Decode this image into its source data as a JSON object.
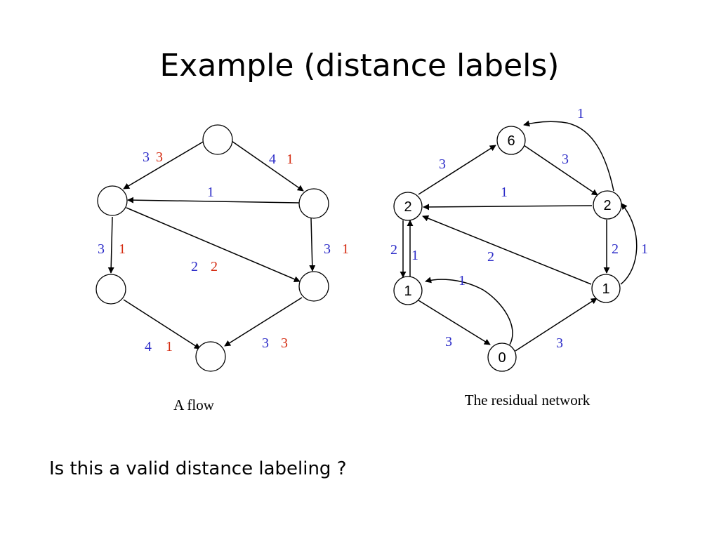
{
  "title": "Example (distance labels)",
  "question": "Is this a valid distance labeling ?",
  "colors": {
    "capacity": "#2b2bc8",
    "flow": "#d42a0f",
    "stroke": "#000000"
  },
  "flow_graph": {
    "caption": "A flow",
    "edges": [
      {
        "id": "top-left",
        "capacity": "3",
        "flow": "3"
      },
      {
        "id": "top-right",
        "capacity": "4",
        "flow": "1"
      },
      {
        "id": "right-left",
        "capacity": "1"
      },
      {
        "id": "left-lowleft",
        "capacity": "3",
        "flow": "1"
      },
      {
        "id": "right-lowright",
        "capacity": "3",
        "flow": "1"
      },
      {
        "id": "left-lowright",
        "capacity": "2",
        "flow": "2"
      },
      {
        "id": "lowleft-bottom",
        "capacity": "4",
        "flow": "1"
      },
      {
        "id": "lowright-bottom",
        "capacity": "3",
        "flow": "3"
      }
    ]
  },
  "residual_graph": {
    "caption": "The residual network",
    "nodes": [
      {
        "id": "top",
        "distance_label": "6"
      },
      {
        "id": "left",
        "distance_label": "2"
      },
      {
        "id": "right",
        "distance_label": "2"
      },
      {
        "id": "lowleft",
        "distance_label": "1"
      },
      {
        "id": "lowright",
        "distance_label": "1"
      },
      {
        "id": "bottom",
        "distance_label": "0"
      }
    ],
    "edges": [
      {
        "id": "left-top",
        "capacity": "3"
      },
      {
        "id": "top-right",
        "capacity": "3"
      },
      {
        "id": "right-top",
        "capacity": "1"
      },
      {
        "id": "right-left",
        "capacity": "1"
      },
      {
        "id": "left-lowleft",
        "capacity": "2"
      },
      {
        "id": "lowleft-left",
        "capacity": "1"
      },
      {
        "id": "lowright-left",
        "capacity": "2"
      },
      {
        "id": "right-lowright",
        "capacity": "2"
      },
      {
        "id": "lowright-right",
        "capacity": "1"
      },
      {
        "id": "bottom-lowleft",
        "capacity": "1"
      },
      {
        "id": "lowleft-bottom",
        "capacity": "3"
      },
      {
        "id": "bottom-lowright",
        "capacity": "3"
      }
    ]
  }
}
